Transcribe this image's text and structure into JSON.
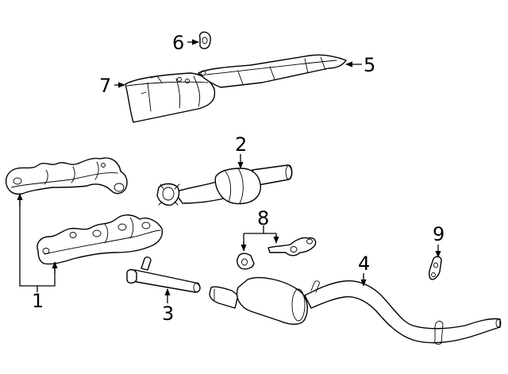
{
  "diagram": {
    "callouts": [
      {
        "id": "1",
        "label": "1",
        "part": "exhaust-manifolds"
      },
      {
        "id": "2",
        "label": "2",
        "part": "catalytic-converter"
      },
      {
        "id": "3",
        "label": "3",
        "part": "intermediate-pipe"
      },
      {
        "id": "4",
        "label": "4",
        "part": "muffler-and-tailpipe"
      },
      {
        "id": "5",
        "label": "5",
        "part": "heat-shield-rear"
      },
      {
        "id": "6",
        "label": "6",
        "part": "insulator"
      },
      {
        "id": "7",
        "label": "7",
        "part": "heat-shield-front"
      },
      {
        "id": "8",
        "label": "8",
        "part": "hangers"
      },
      {
        "id": "9",
        "label": "9",
        "part": "rear-hanger"
      }
    ],
    "colors": {
      "line": "#000000",
      "background": "#ffffff"
    }
  }
}
